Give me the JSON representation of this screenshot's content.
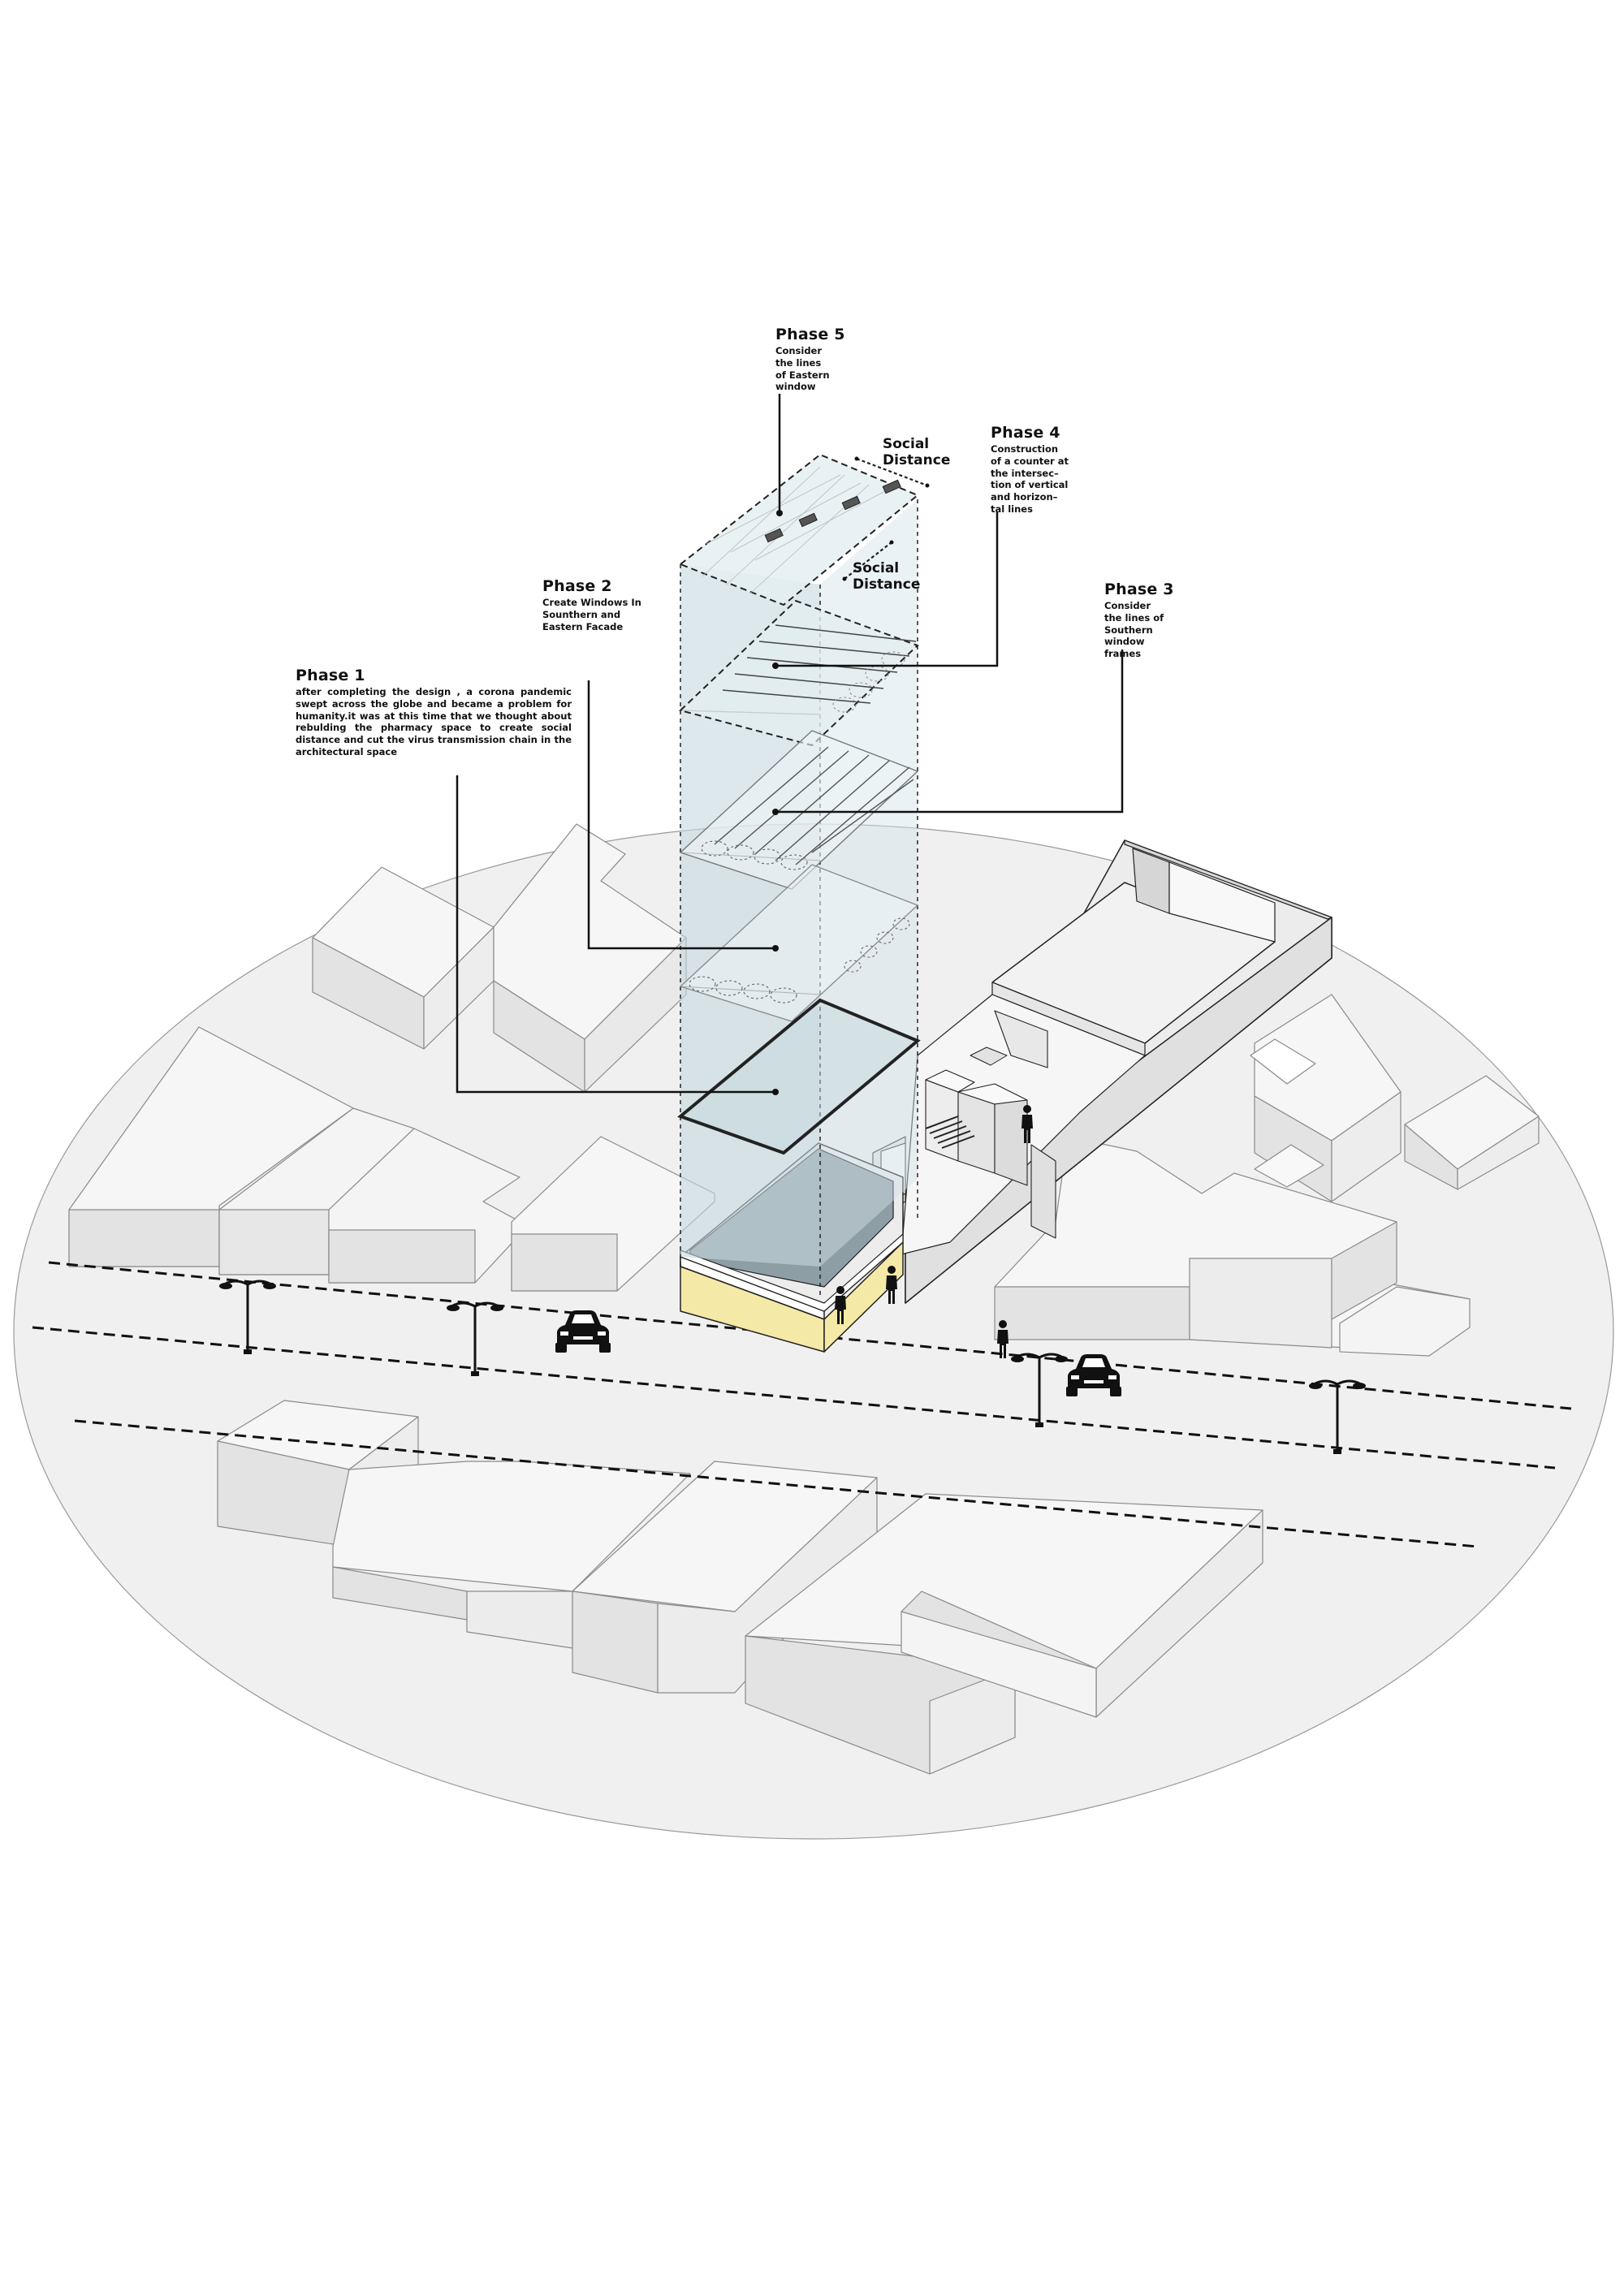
{
  "phases": [
    {
      "id": "phase-1",
      "title": "Phase 1",
      "text": "after completing the design , a corona pandemic swept across the globe and became a problem for humanity.it was at this time that we thought about rebulding the pharmacy space to create social distance and cut the virus transmission chain in the architectural space"
    },
    {
      "id": "phase-2",
      "title": "Phase 2",
      "text": "Create Windows In\nSounthern and\nEastern Facade"
    },
    {
      "id": "phase-3",
      "title": "Phase 3",
      "text": "Consider\nthe lines of\nSouthern\nwindow\nframes"
    },
    {
      "id": "phase-4",
      "title": "Phase 4",
      "text": "Construction\nof a counter at\nthe intersec–\ntion of vertical\nand horizon–\ntal lines"
    },
    {
      "id": "phase-5",
      "title": "Phase 5",
      "text": "Consider\nthe lines\nof Eastern\nwindow"
    }
  ],
  "social_distance_labels": [
    "Social\nDistance",
    "Social\nDistance"
  ],
  "colors": {
    "ground": "#f0f0f0",
    "building_top": "#f6f6f6",
    "building_side": "#e3e3e3",
    "building_edge": "#8a8a8a",
    "volume": "#c5d8de",
    "storefront": "#f4e9a6",
    "glass": "#8e9ea5",
    "ink": "#111111"
  },
  "icons": [
    "car-icon",
    "street-lamp-icon",
    "person-icon"
  ]
}
